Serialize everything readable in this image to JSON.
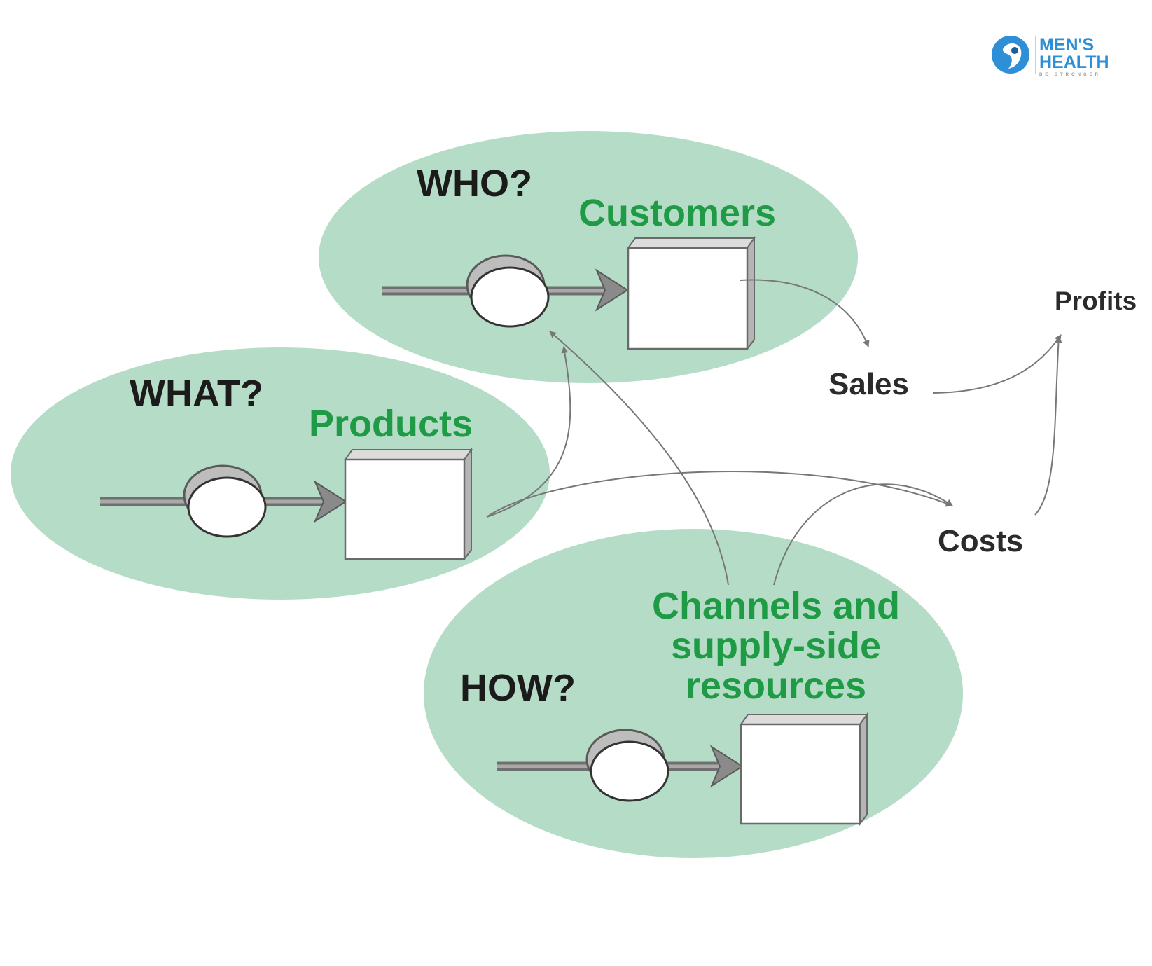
{
  "colors": {
    "ellipse_fill": "#b4dcc6",
    "green_text": "#1f9a45",
    "dark_text": "#1b1b1b",
    "pipe": "#8a8a8a",
    "box_top": "#dcdcdc",
    "box_side": "#b5b5b5",
    "arrow_line": "#777777",
    "logo_blue": "#2f8fd6"
  },
  "logo": {
    "line1": "MEN'S",
    "line2": "HEALTH",
    "tagline": "BE STRONGER",
    "icon": "runner-head-icon"
  },
  "clusters": {
    "who": {
      "question": "WHO?",
      "title": "Customers"
    },
    "what": {
      "question": "WHAT?",
      "title": "Products"
    },
    "how": {
      "question": "HOW?",
      "title_lines": [
        "Channels and",
        "supply-side",
        "resources"
      ]
    }
  },
  "outcomes": {
    "sales": "Sales",
    "costs": "Costs",
    "profits": "Profits"
  }
}
